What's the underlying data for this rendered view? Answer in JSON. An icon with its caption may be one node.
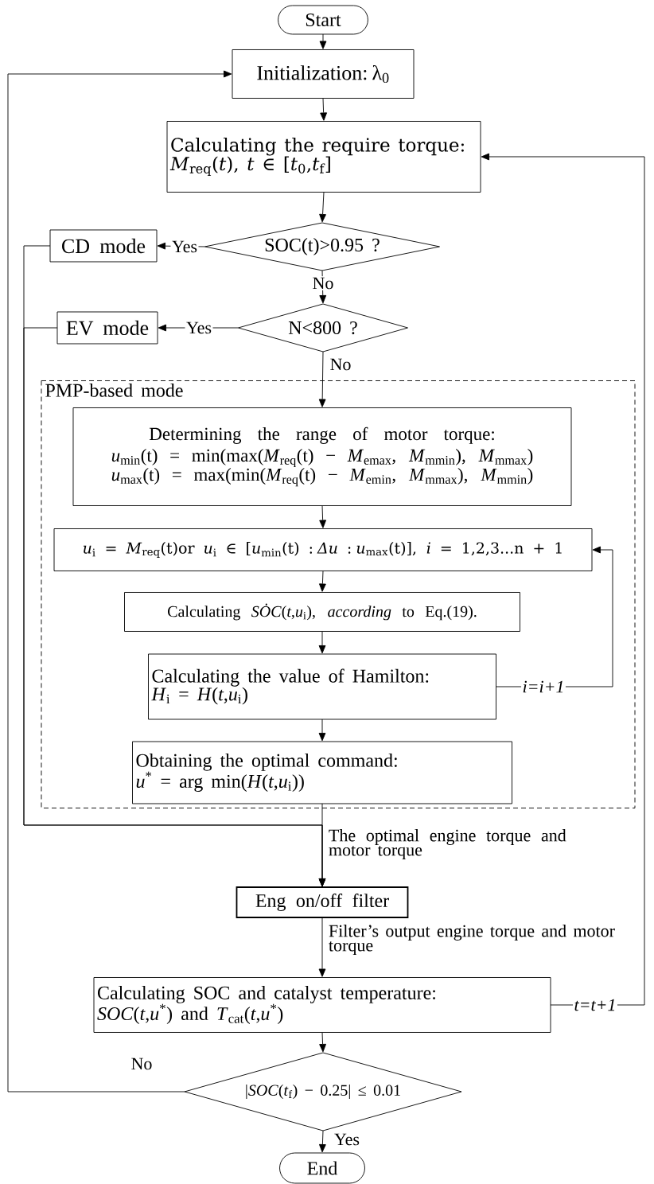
{
  "diagram": {
    "nodes": [
      {
        "text": [
          "Start"
        ]
      },
      {
        "text": [
          "Initialization: λ$_{0}$"
        ]
      },
      {
        "text": [
          "Calculating the require torque:",
          "*M*$_{req}$(*t*),  *t* ∈ [*t*$_{0}$,*t*$_{f}$]"
        ]
      },
      {
        "text": [
          "SOC(t)>0.95 ?"
        ]
      },
      {
        "text": [
          "CD mode"
        ]
      },
      {
        "text": [
          "N<800 ?"
        ]
      },
      {
        "text": [
          "EV mode"
        ]
      },
      {
        "text": [
          "PMP-based mode"
        ]
      },
      {
        "text": [
          "Determining the range of motor torque:",
          "*u*$_{min}$(t) = min(max(*M*$_{req}$(t) − *M*$_{emax}$, *M*$_{mmin}$), *M*$_{mmax}$)",
          "*u*$_{max}$(t) = max(min(*M*$_{req}$(t) − *M*$_{emin}$, *M*$_{mmax}$), *M*$_{mmin}$)"
        ],
        "in": 7
      },
      {
        "text": [
          "*u*$_{i}$ = *M*$_{req}$(t)or  *u*$_{i}$ ∈ [*u*$_{min}$(t) : *Δu* : *u*$_{max}$(t)],  *i* = 1,2,3...n + 1"
        ],
        "in": 7
      },
      {
        "text": [
          "Calculating *SȮC*(*t*,*u*$_{i}$), *according* to Eq.(19)."
        ],
        "in": 7
      },
      {
        "text": [
          "Calculating the value of Hamilton:",
          "*H*$_{i}$ = *H*(*t*,*u*$_{i}$)"
        ],
        "in": 7
      },
      {
        "text": [
          "Obtaining the optimal command:",
          "*u*$^{*}$ = arg min(*H*(*t*,*u*$_{i}$))"
        ],
        "in": 7
      },
      {
        "text": [
          "Eng on/off filter"
        ]
      },
      {
        "text": [
          "Calculating SOC and  catalyst temperature:",
          "*SOC*(*t*,*u*$^{*}$) and *T*$_{cat}$(*t*,*u*$^{*}$)"
        ]
      },
      {
        "text": [
          "|*SOC*(*t*$_{f}$) − 0.25| ≤ 0.01"
        ]
      },
      {
        "text": [
          "End"
        ]
      }
    ],
    "edges": [
      {
        "from": 0,
        "to": 1,
        "arrow": "to"
      },
      {
        "from": 1,
        "to": 2,
        "arrow": "to"
      },
      {
        "from": 2,
        "to": 3,
        "arrow": "to"
      },
      {
        "from": 3,
        "to": 4,
        "arrow": "to",
        "label": "Yes"
      },
      {
        "from": 3,
        "to": 5,
        "arrow": "to",
        "label": "No"
      },
      {
        "from": 5,
        "to": 6,
        "arrow": "to",
        "label": "Yes"
      },
      {
        "from": 5,
        "to": 8,
        "arrow": "to",
        "label": "No"
      },
      {
        "from": 8,
        "to": 9,
        "arrow": "to"
      },
      {
        "from": 9,
        "to": 10,
        "arrow": "to"
      },
      {
        "from": 10,
        "to": 11,
        "arrow": "to"
      },
      {
        "from": 11,
        "to": 9,
        "arrow": "to",
        "label": "i=i+1"
      },
      {
        "from": 11,
        "to": 12,
        "arrow": "to"
      },
      {
        "from": 12,
        "to": 13,
        "arrow": "to",
        "label": "The optimal engine torque and motor torque"
      },
      {
        "from": 4,
        "to": 13,
        "arrow": "to"
      },
      {
        "from": 6,
        "to": 13,
        "arrow": "to"
      },
      {
        "from": 13,
        "to": 14,
        "arrow": "to",
        "label": "Filter’s output engine torque and motor torque"
      },
      {
        "from": 14,
        "to": 2,
        "arrow": "to",
        "label": "t=t+1"
      },
      {
        "from": 14,
        "to": 15,
        "arrow": "to"
      },
      {
        "from": 15,
        "to": 16,
        "arrow": "to",
        "label": "Yes"
      },
      {
        "from": 15,
        "to": 1,
        "arrow": "to",
        "label": "No"
      }
    ]
  }
}
